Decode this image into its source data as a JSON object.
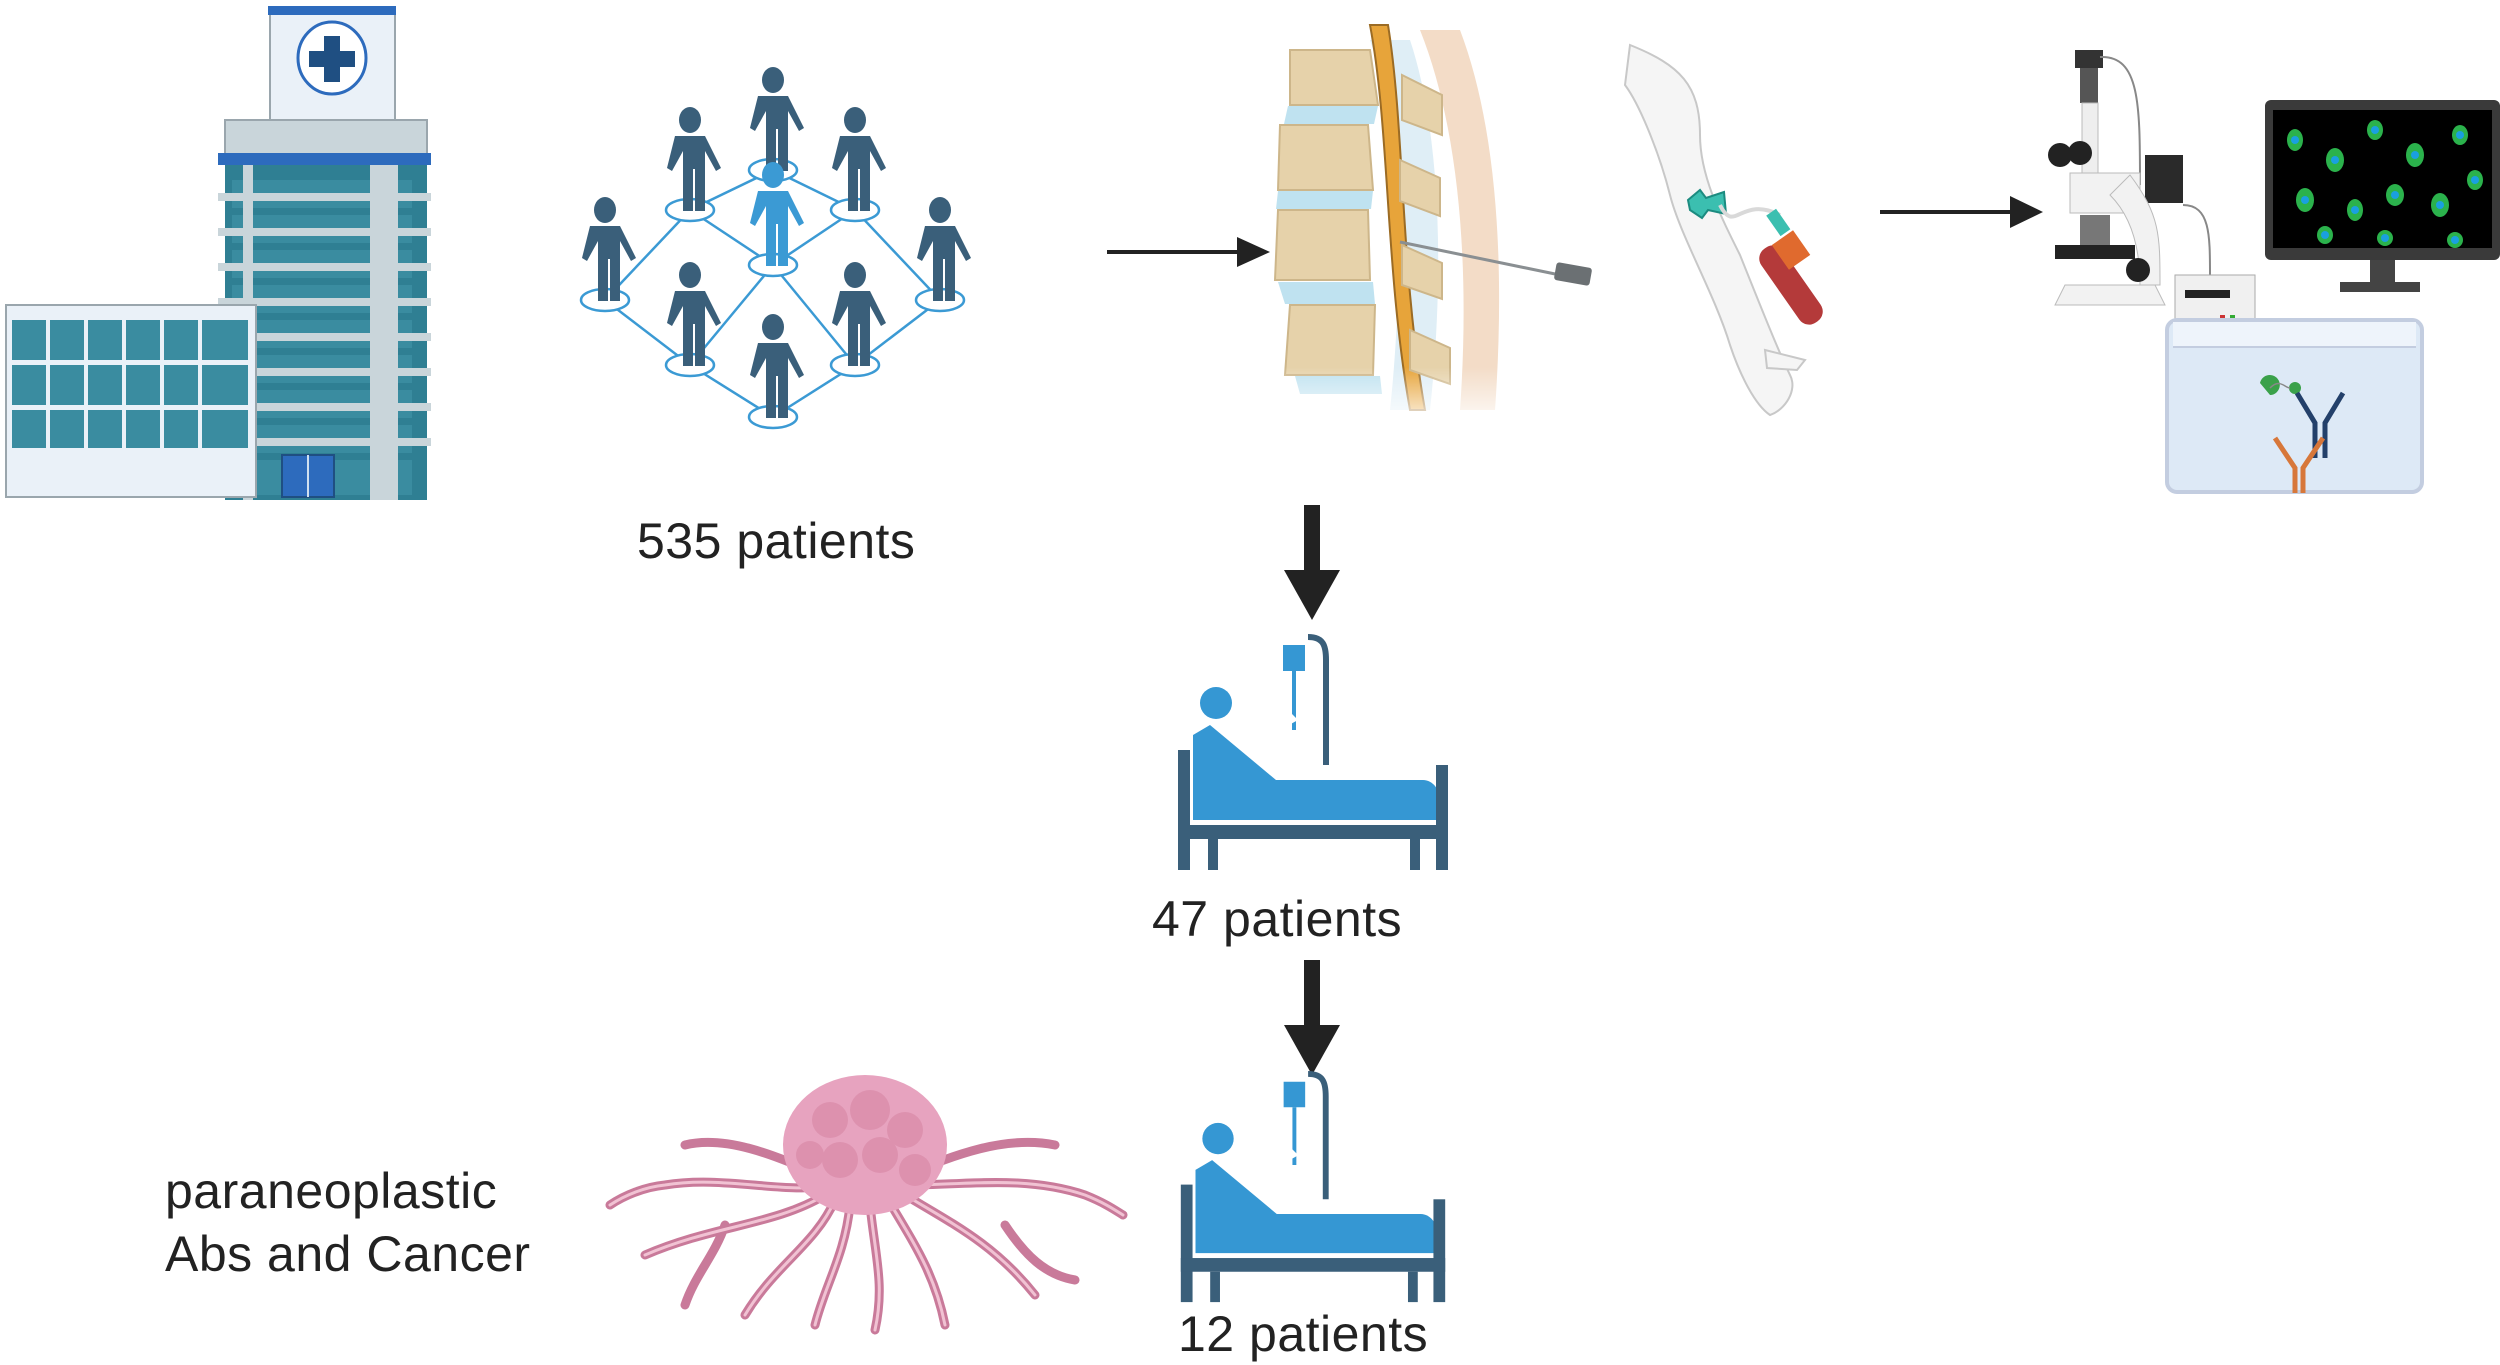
{
  "figure": {
    "type": "study-flow-diagram",
    "stages": [
      {
        "id": "hospital",
        "icon": "hospital-icon"
      },
      {
        "id": "cohort",
        "icon": "people-network-icon",
        "label": "535 patients"
      },
      {
        "id": "sampling",
        "icons": [
          "lumbar-puncture-icon",
          "blood-draw-icon"
        ]
      },
      {
        "id": "testing",
        "icons": [
          "microscope-icon",
          "monitor-fluorescence-icon",
          "antibody-assay-icon"
        ]
      },
      {
        "id": "positive",
        "icon": "hospital-bed-icon",
        "label": "47 patients"
      },
      {
        "id": "cancer",
        "icon": "hospital-bed-icon",
        "label": "12 patients"
      }
    ],
    "labels": {
      "cohort": "535 patients",
      "positive": "47 patients",
      "cancer": "12 patients",
      "cancer_note_line1": "paraneoplastic",
      "cancer_note_line2": "Abs and Cancer"
    },
    "colors": {
      "text": "#222222",
      "arrow": "#222222",
      "person_dark": "#3a5f7a",
      "person_light": "#3b9ad4",
      "network_line": "#3b9ad4",
      "bed_blue": "#3597d3",
      "bed_frame": "#3a5f7a",
      "hospital_teal": "#3a8ca0",
      "hospital_blue": "#2d6bbd",
      "hospital_grey": "#c9d5da",
      "tumor_pink": "#d98aa8",
      "blood_red": "#b43a3a",
      "antibody_navy": "#23406a",
      "antibody_orange": "#d7773a",
      "fluorescence_green": "#2bb24c",
      "fluorescence_blue": "#1aa0e0"
    }
  }
}
